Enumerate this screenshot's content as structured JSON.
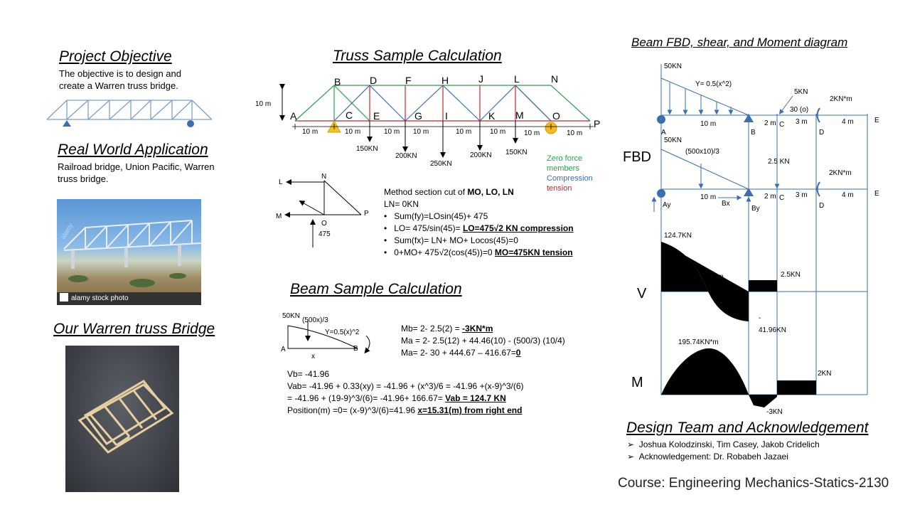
{
  "objective": {
    "heading": "Project Objective",
    "text": "The objective is to design and create a Warren truss bridge."
  },
  "real_world": {
    "heading": "Real World Application",
    "text": "Railroad bridge, Union Pacific, Warren truss bridge.",
    "photo_caption": "alamy stock photo",
    "photo_watermark": "alamy"
  },
  "our_bridge": {
    "heading": "Our Warren truss Bridge"
  },
  "truss": {
    "heading": "Truss Sample Calculation",
    "height_label": "10 m",
    "top_nodes": [
      "B",
      "D",
      "F",
      "H",
      "J",
      "L",
      "N"
    ],
    "bottom_nodes": [
      "A",
      "C",
      "E",
      "G",
      "I",
      "K",
      "M",
      "O",
      "P"
    ],
    "spans": [
      "10 m",
      "10 m",
      "10 m",
      "10 m",
      "10 m",
      "10 m",
      "10 m",
      "10 m"
    ],
    "loads": [
      "150KN",
      "200KN",
      "250KN",
      "200KN",
      "150KN"
    ],
    "legend": {
      "zero": "Zero force members",
      "compression": "Compression",
      "tension": "tension"
    },
    "colors": {
      "zero": "#2e9e4f",
      "compression": "#3a6fb0",
      "tension": "#c0282d"
    },
    "section_labels": {
      "L": "L",
      "N": "N",
      "M": "M",
      "O": "O",
      "P": "P",
      "load": "475"
    },
    "method": {
      "title_pre": "Method section cut of ",
      "title_bold": "MO, LO, LN",
      "line1": "LN= 0KN",
      "b1": "Sum(fy)=LOsin(45)+  475",
      "b2_pre": "LO= 475/sin(45)=  ",
      "b2_bold": "LO=475√2 KN compression",
      "b3": "Sum(fx)= LN+ MO+ Locos(45)=0",
      "b4_pre": "0+MO+ 475√2(cos(45))=0  ",
      "b4_bold": "MO=475KN tension"
    }
  },
  "beam_calc": {
    "heading": "Beam Sample Calculation",
    "fig": {
      "force": "50KN",
      "area": "(500x)/3",
      "eq": "Y=0.5(x)^2",
      "A": "A",
      "B": "B",
      "x": "x"
    },
    "mb_pre": "Mb= 2- 2.5(2) = ",
    "mb_bold": "-3KN*m",
    "ma1": "Ma = 2- 2.5(12) + 44.46(10) -  (500/3) (10/4)",
    "ma2_pre": "Ma= 2- 30 + 444.67 – 416.67=",
    "ma2_bold": "0",
    "vb": "Vb= -41.96",
    "vab1": "Vab= -41.96 + 0.33(xy) = -41.96 + (x^3)/6 = -41.96 +(x-9)^3/(6)",
    "vab2_pre": "= -41.96 + (19-9)^3/(6)= -41.96+ 166.67= ",
    "vab2_bold": "Vab = 124.7 KN",
    "pos_pre": "Position(m) =0= (x-9)^3/(6)=41.96   ",
    "pos_bold": "x=15.31(m) from right end"
  },
  "fbd": {
    "heading": "Beam FBD, shear, and Moment diagram",
    "side_fbd": "FBD",
    "side_v": "V",
    "side_m": "M",
    "top": {
      "load": "50KN",
      "eq": "Y= 0.5(x^2)",
      "f5": "5KN",
      "angle": "30 (o)",
      "moment": "2KN*m",
      "d1": "10 m",
      "d2": "2 m",
      "d3": "3 m",
      "d4": "4 m",
      "A": "A",
      "B": "B",
      "C": "C",
      "D": "D",
      "E": "E"
    },
    "bottom": {
      "load": "50KN",
      "area": "(500x10)/3",
      "f25": "2.5 KN",
      "moment": "2KN*m",
      "d1": "10 m",
      "d2": "2 m",
      "d3": "3 m",
      "d4": "4 m",
      "Ay": "Ay",
      "Bx": "Bx",
      "By": "By",
      "C": "C",
      "D": "D",
      "E": "E"
    },
    "shear": {
      "max": "124.7KN",
      "zero_pos": "6.31m",
      "right": "2.5KN",
      "neg_sign": "-",
      "neg": "41.96KN"
    },
    "moment": {
      "max": "195.74KN*m",
      "right": "2KN",
      "min": "-3KN"
    }
  },
  "team": {
    "heading": "Design Team and Acknowledgement",
    "members": "Joshua Kolodzinski, Tim Casey, Jakob Cridelich",
    "ack": "Acknowledgement: Dr. Robabeh Jazaei"
  },
  "course": "Course: Engineering Mechanics-Statics-2130"
}
